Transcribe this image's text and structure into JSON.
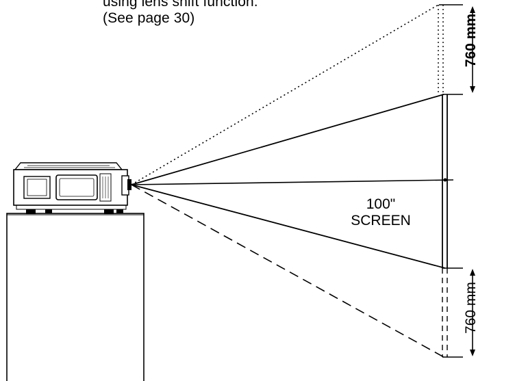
{
  "caption": {
    "line1": "using lens shift function.",
    "line2": "(See page 30)"
  },
  "screen_label": {
    "line1": "100\"",
    "line2": "SCREEN"
  },
  "dimensions": {
    "top": "760 mm",
    "bottom": "760 mm"
  },
  "colors": {
    "ink": "#000000",
    "background": "#ffffff"
  },
  "icons": {
    "projector": "projector-icon",
    "arrow": "arrow-icon"
  }
}
